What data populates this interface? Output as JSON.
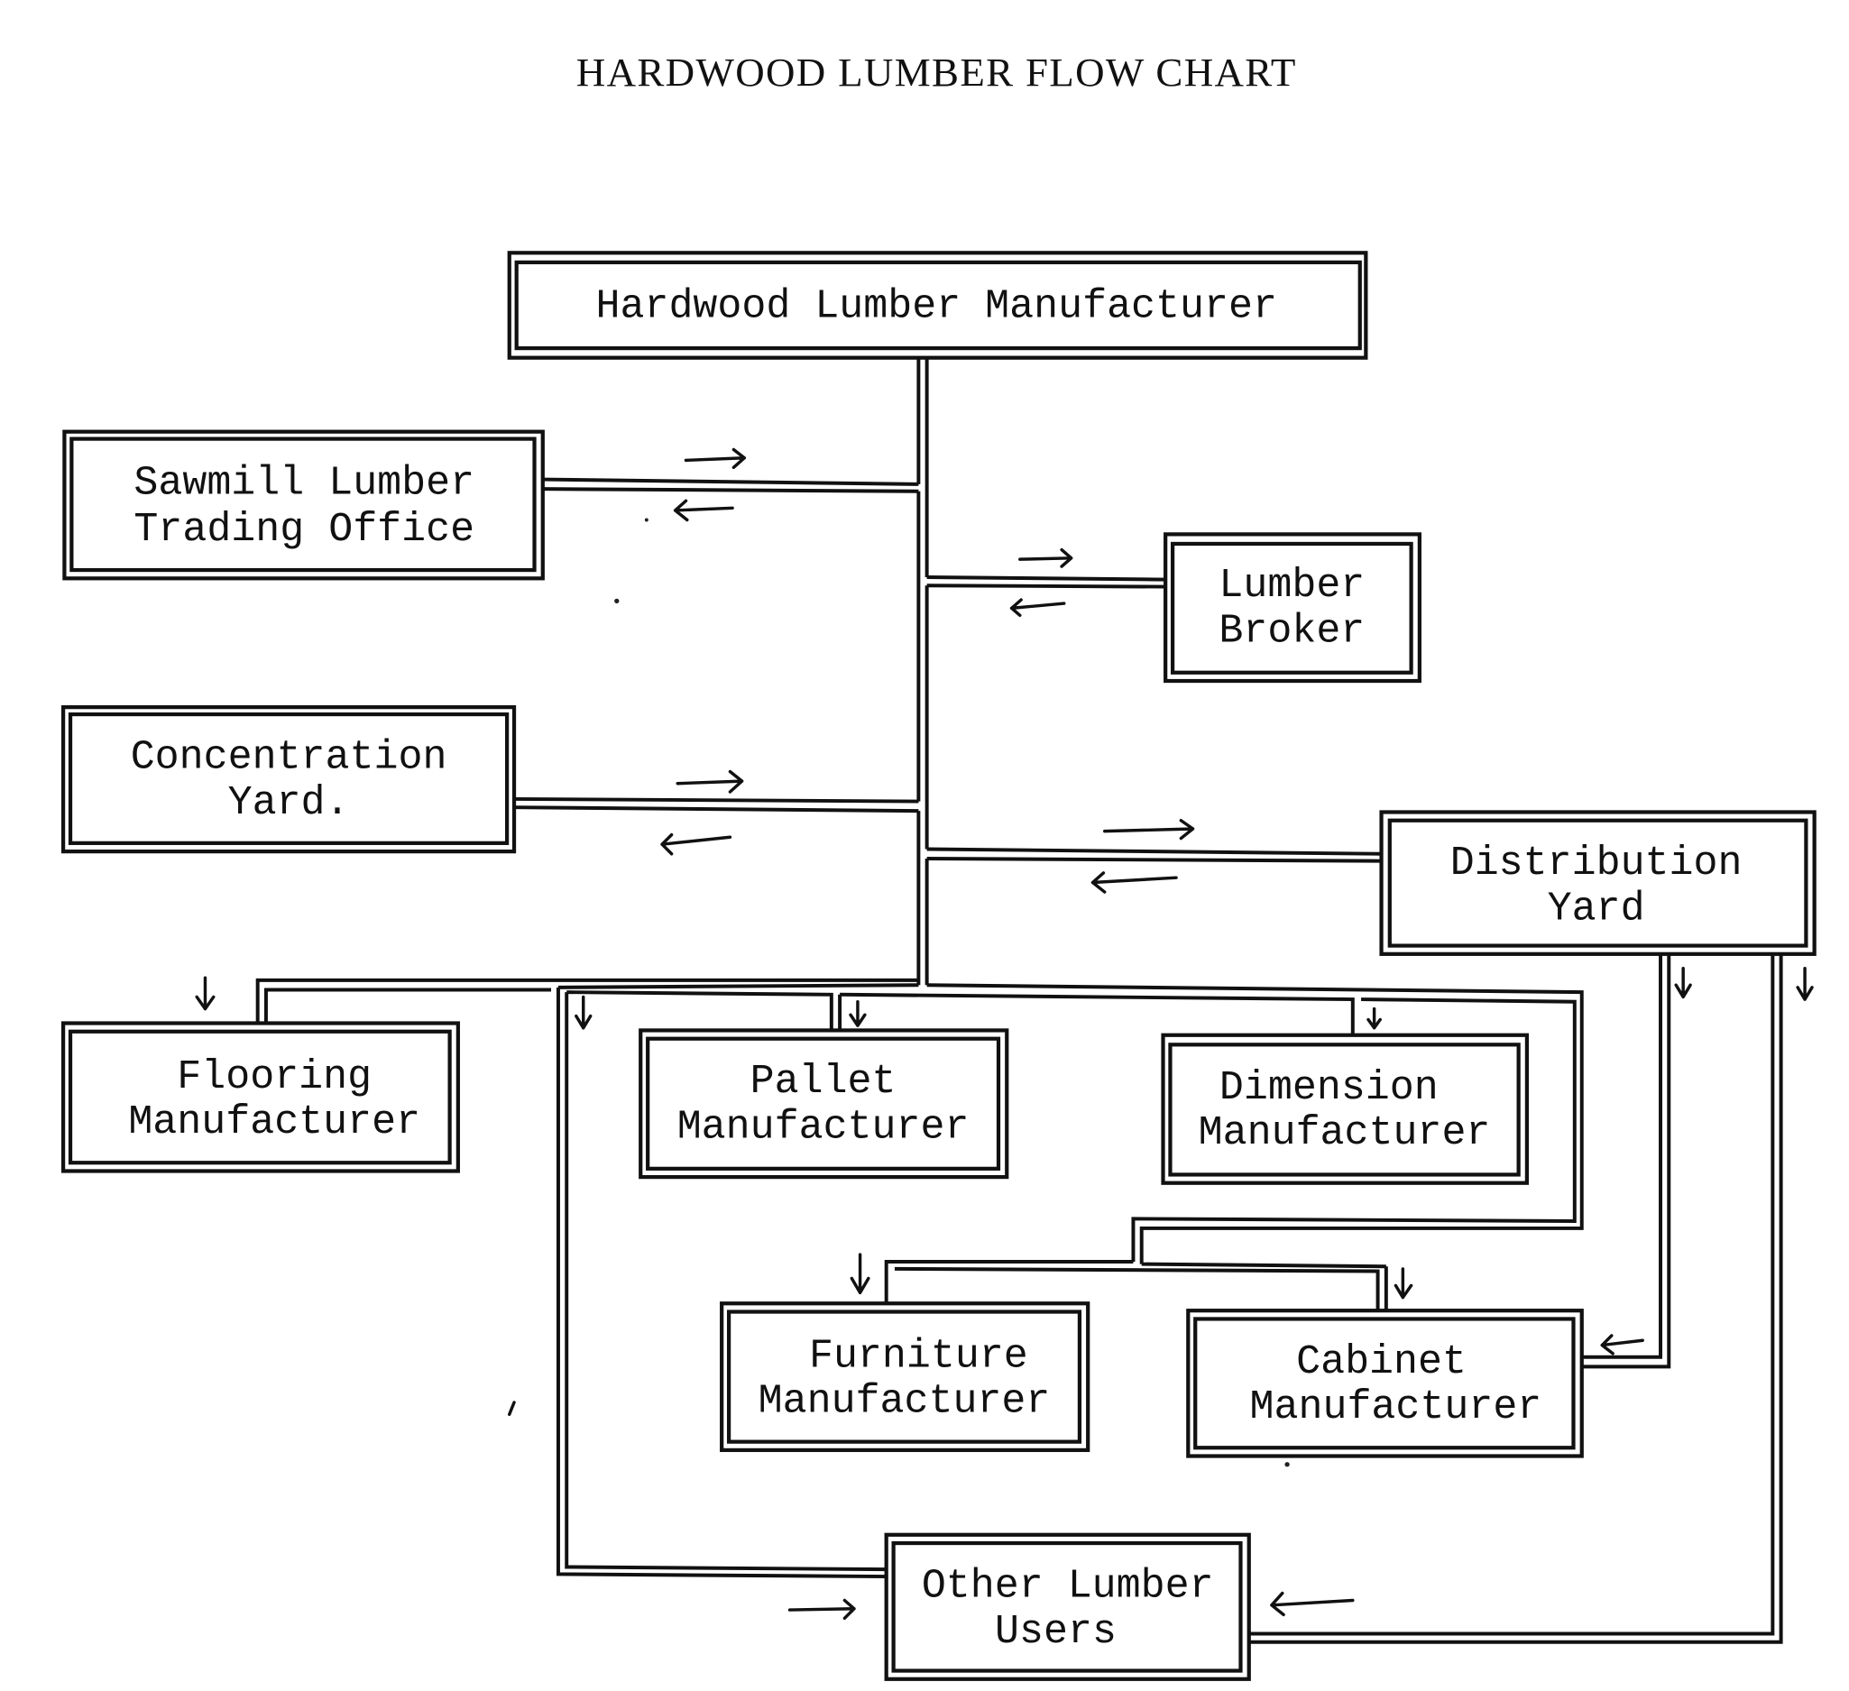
{
  "title": "HARDWOOD LUMBER FLOW CHART",
  "nodes": {
    "hardwood_lumber_manufacturer": {
      "lines": [
        "Hardwood Lumber Manufacturer"
      ]
    },
    "sawmill_lumber_trading_office": {
      "lines": [
        "Sawmill Lumber",
        "Trading Office"
      ]
    },
    "lumber_broker": {
      "lines": [
        "Lumber",
        "Broker"
      ]
    },
    "concentration_yard": {
      "lines": [
        "Concentration",
        "Yard."
      ]
    },
    "distribution_yard": {
      "lines": [
        "Distribution",
        "Yard"
      ]
    },
    "flooring_manufacturer": {
      "lines": [
        "Flooring",
        "Manufacturer"
      ]
    },
    "pallet_manufacturer": {
      "lines": [
        "Pallet",
        "Manufacturer"
      ]
    },
    "dimension_manufacturer": {
      "lines": [
        "Dimension",
        "Manufacturer"
      ]
    },
    "furniture_manufacturer": {
      "lines": [
        "Furniture",
        "Manufacturer"
      ]
    },
    "cabinet_manufacturer": {
      "lines": [
        "Cabinet",
        "Manufacturer"
      ]
    },
    "other_lumber_users": {
      "lines": [
        "Other Lumber",
        "Users"
      ]
    }
  },
  "flows": [
    {
      "from": "Hardwood Lumber Manufacturer",
      "to": "Sawmill Lumber Trading Office",
      "direction": "two-way"
    },
    {
      "from": "Hardwood Lumber Manufacturer",
      "to": "Lumber Broker",
      "direction": "two-way"
    },
    {
      "from": "Hardwood Lumber Manufacturer",
      "to": "Concentration Yard",
      "direction": "two-way"
    },
    {
      "from": "Hardwood Lumber Manufacturer",
      "to": "Distribution Yard",
      "direction": "two-way"
    },
    {
      "from": "Hardwood Lumber Manufacturer",
      "to": "Flooring Manufacturer",
      "direction": "one-way"
    },
    {
      "from": "Hardwood Lumber Manufacturer",
      "to": "Pallet Manufacturer",
      "direction": "one-way"
    },
    {
      "from": "Hardwood Lumber Manufacturer",
      "to": "Dimension Manufacturer",
      "direction": "one-way"
    },
    {
      "from": "Hardwood Lumber Manufacturer",
      "to": "Furniture Manufacturer",
      "direction": "one-way"
    },
    {
      "from": "Hardwood Lumber Manufacturer",
      "to": "Cabinet Manufacturer",
      "direction": "one-way"
    },
    {
      "from": "Hardwood Lumber Manufacturer",
      "to": "Other Lumber Users",
      "direction": "one-way"
    },
    {
      "from": "Distribution Yard",
      "to": "Cabinet Manufacturer",
      "direction": "one-way"
    },
    {
      "from": "Distribution Yard",
      "to": "Other Lumber Users",
      "direction": "one-way"
    }
  ],
  "colors": {
    "ink": "#111111",
    "paper": "#ffffff"
  }
}
